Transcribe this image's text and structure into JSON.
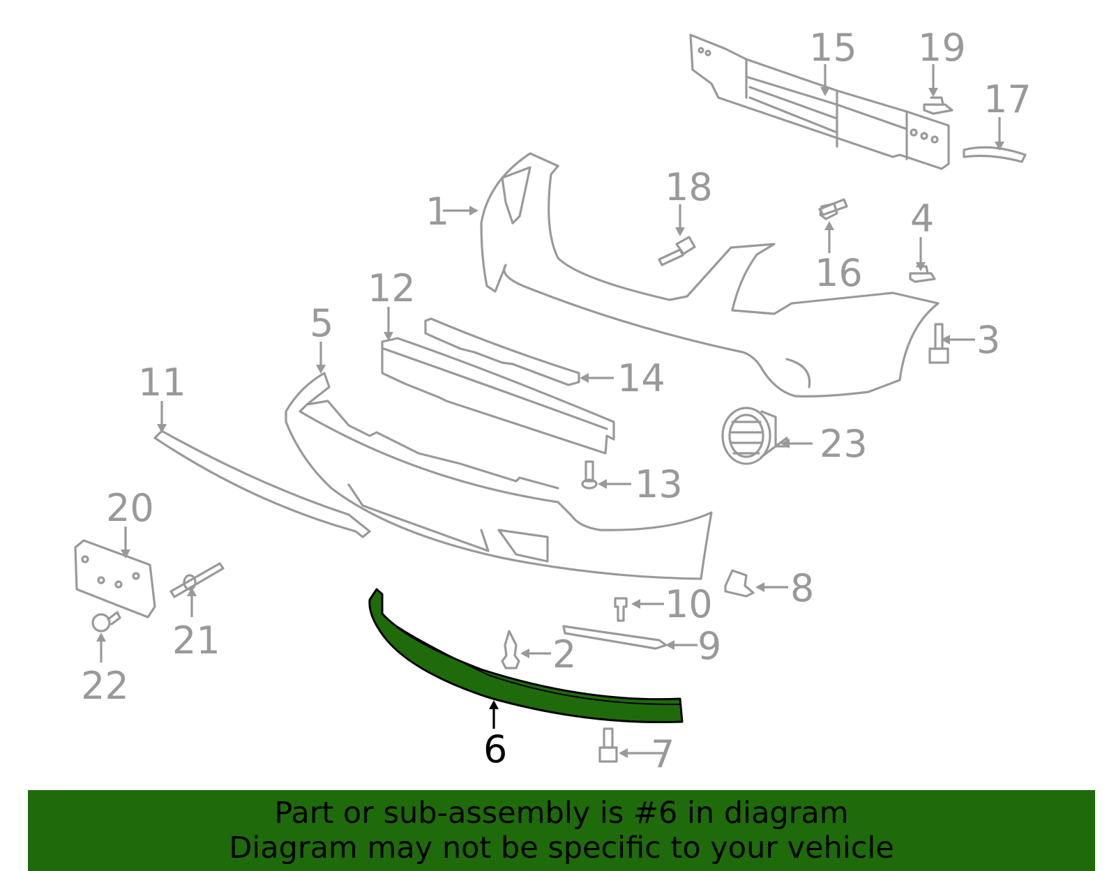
{
  "highlight_color": "#1f6b0b",
  "part_color": "#999999",
  "highlighted_part": "6",
  "callouts": {
    "c1": "1",
    "c2": "2",
    "c3": "3",
    "c4": "4",
    "c5": "5",
    "c6": "6",
    "c7": "7",
    "c8": "8",
    "c9": "9",
    "c10": "10",
    "c11": "11",
    "c12": "12",
    "c13": "13",
    "c14": "14",
    "c15": "15",
    "c16": "16",
    "c17": "17",
    "c18": "18",
    "c19": "19",
    "c20": "20",
    "c21": "21",
    "c22": "22",
    "c23": "23"
  },
  "banner": {
    "line1": "Part or sub-assembly is #6 in diagram",
    "line2": "Diagram may not be specific to your vehicle"
  }
}
